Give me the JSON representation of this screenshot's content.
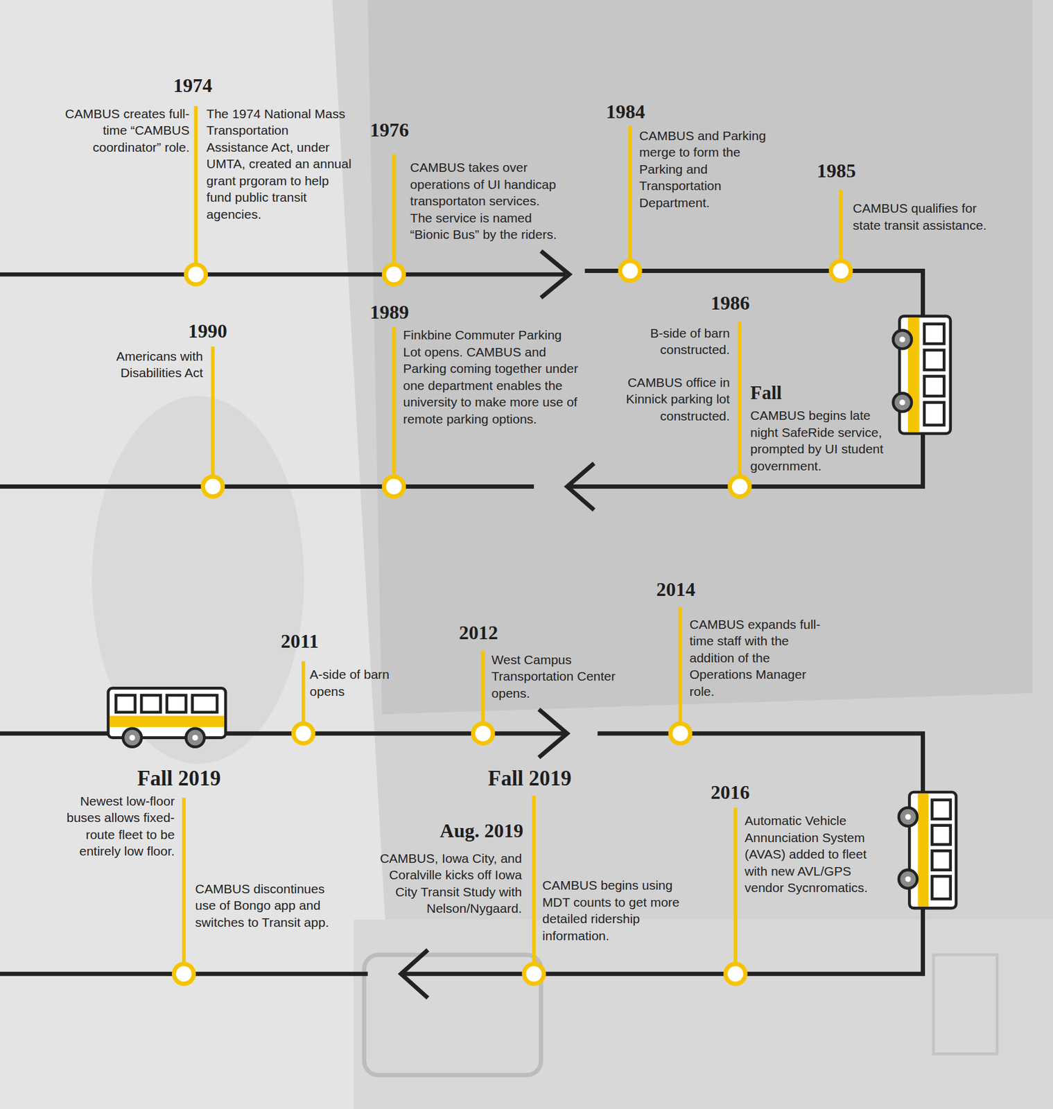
{
  "diagram": {
    "labels": [
      "1974",
      "CAMBUS creates full-time “CAMBUS coordinator” role.",
      "The 1974 National Mass Transportation Assistance Act, under UMTA, created an annual grant prgoram to help fund public transit agencies.",
      "1976",
      "CAMBUS takes over operations of UI handicap transportaton services. The service is named “Bionic Bus” by the riders.",
      "1984",
      "CAMBUS and Parking merge to form the Parking and Transportation Department.",
      "1985",
      "CAMBUS qualifies for state transit assistance.",
      "1986",
      "B-side of barn constructed.",
      "CAMBUS office in Kinnick parking lot constructed.",
      "Fall",
      "CAMBUS begins late night SafeRide service, prompted by UI student government.",
      "1989",
      "Finkbine Commuter Parking Lot opens. CAMBUS and Parking coming together under one department enables the university to make more use of remote parking options.",
      "1990",
      "Americans with Disabilities Act",
      "2011",
      "A-side of barn opens",
      "2012",
      "West Campus Transportation Center opens.",
      "2014",
      "CAMBUS expands full-time staff with the addition of the Operations Manager role.",
      "2016",
      "Automatic Vehicle Annunciation System (AVAS) added to fleet with new AVL/GPS vendor Sycnromatics.",
      "Fall 2019",
      "Aug. 2019",
      "CAMBUS, Iowa City, and Coralville kicks off Iowa City Transit Study with Nelson/Nygaard.",
      "CAMBUS begins using MDT counts to get more detailed ridership information.",
      "Fall 2019",
      "Newest low-floor buses allows fixed-route fleet to be entirely low floor.",
      "CAMBUS discontinues use of Bongo app and switches to Transit app."
    ]
  }
}
